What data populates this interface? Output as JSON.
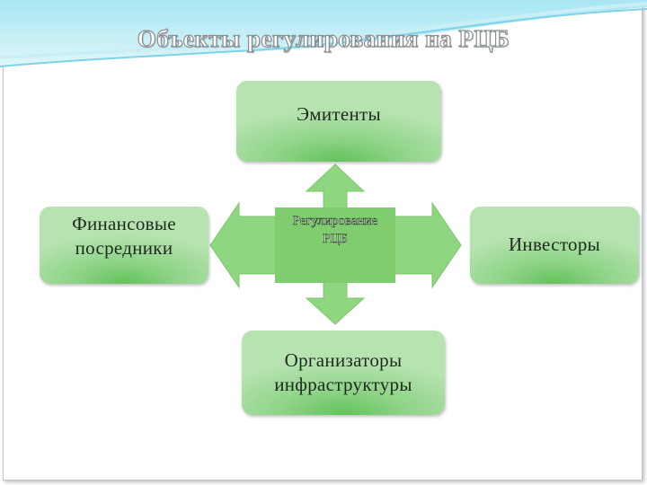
{
  "slide": {
    "title": "Объекты регулирования на РЦБ",
    "center": {
      "line1": "Регулирование",
      "line2": "РЦБ"
    },
    "nodes": {
      "top": {
        "line1": "Эмитенты"
      },
      "left": {
        "line1": "Финансовые",
        "line2": "посредники"
      },
      "right": {
        "line1": "Инвесторы"
      },
      "bottom": {
        "line1": "Организаторы",
        "line2": "инфраструктуры"
      }
    }
  },
  "colors": {
    "box_light": "#b7e3b0",
    "box_dark": "#63c25a",
    "arrow": "#8ed67f",
    "wave": "#7dd3e8"
  }
}
